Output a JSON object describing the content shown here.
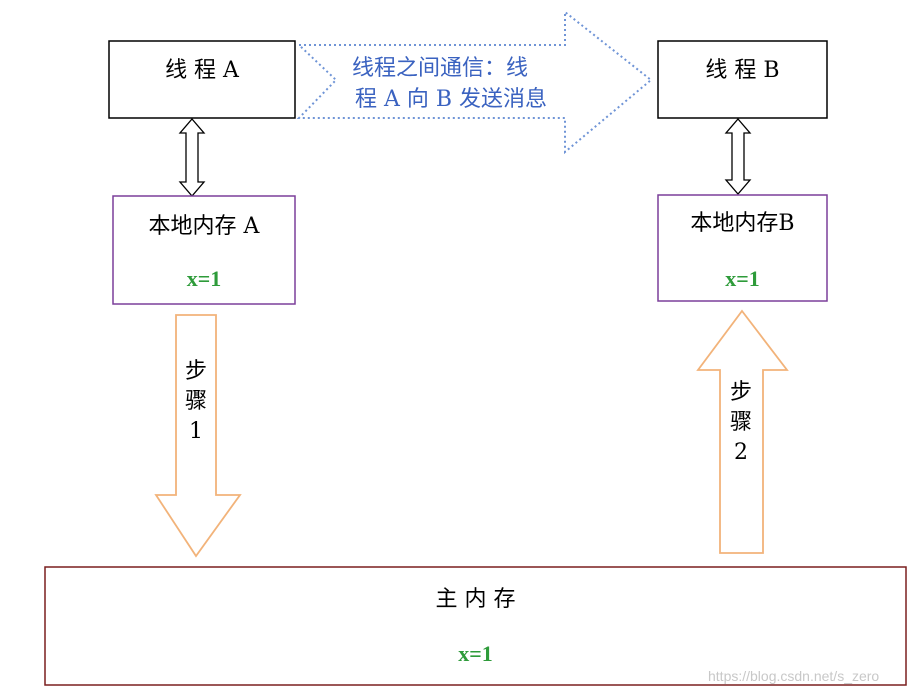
{
  "thread_a": {
    "title": "线 程 A"
  },
  "thread_b": {
    "title": "线 程 B"
  },
  "message": {
    "line1": "线程之间通信：线",
    "line2": "程 A 向 B 发送消息"
  },
  "local_memory_a": {
    "title": "本地内存 A",
    "value": "x=1"
  },
  "local_memory_b": {
    "title": "本地内存B",
    "value": "x=1"
  },
  "step1": {
    "lines": [
      "步",
      "骤",
      "1"
    ]
  },
  "step2": {
    "lines": [
      "步",
      "骤",
      "2"
    ]
  },
  "main_memory": {
    "title": "主 内 存",
    "value": "x=1"
  },
  "watermark": "https://blog.csdn.net/s_zero",
  "colors": {
    "box_border": "#000000",
    "local_memory_border": "#7b3f9a",
    "main_memory_border": "#7a1f1f",
    "message_arrow": "#6f94d6",
    "step_arrow": "#f2b37a",
    "value_text": "#2e9b3a",
    "message_text": "#3a62c0"
  }
}
